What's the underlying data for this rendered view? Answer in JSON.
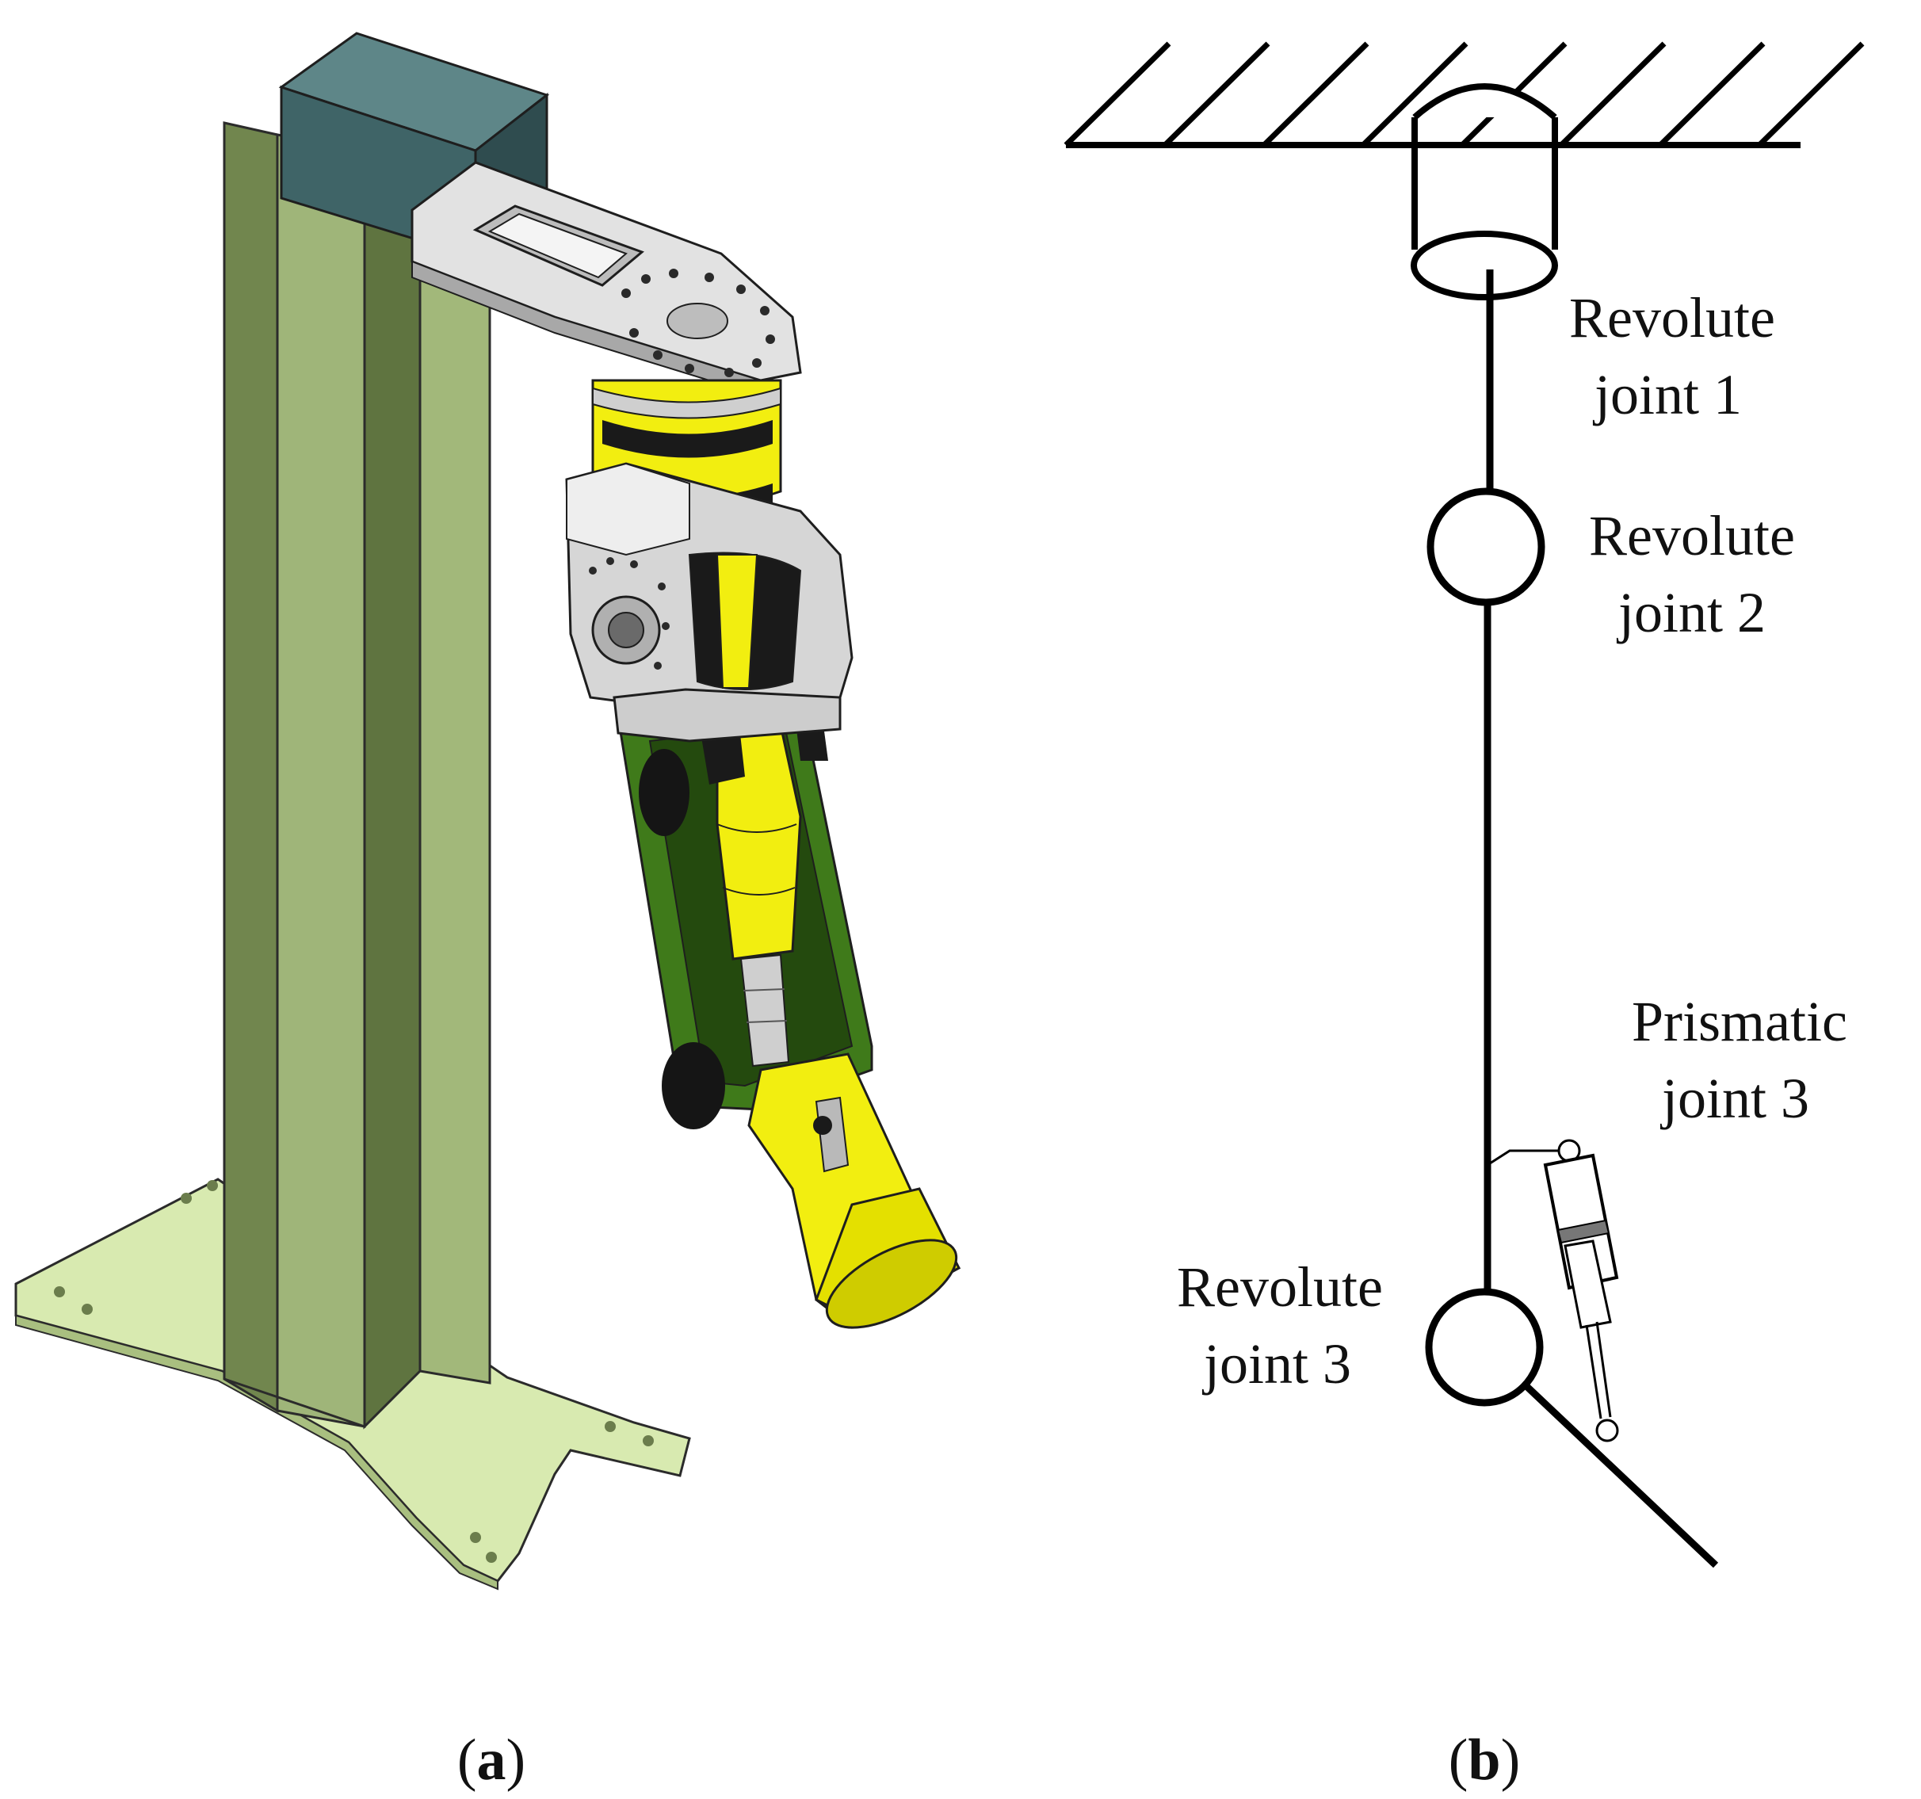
{
  "panel_a": {
    "caption_open": "(",
    "caption_letter": "a",
    "caption_close": ")"
  },
  "panel_b": {
    "caption_open": "(",
    "caption_letter": "b",
    "caption_close": ")",
    "joints": [
      {
        "line1": "Revolute",
        "line2": "joint 1"
      },
      {
        "line1": "Revolute",
        "line2": "joint 2"
      },
      {
        "line1": "Prismatic",
        "line2": "joint 3"
      },
      {
        "line1": "Revolute",
        "line2": "joint 3"
      }
    ]
  },
  "colors": {
    "pillar_front": "#a2b87a",
    "pillar_side": "#71864e",
    "base_plate": "#d8eab0",
    "motor_housing": "#3f6467",
    "arm_link": "#e2e2e2",
    "yellow_part": "#f2ee10",
    "dark_green_frame": "#3f7a1a",
    "schematic_ink": "#000000"
  }
}
